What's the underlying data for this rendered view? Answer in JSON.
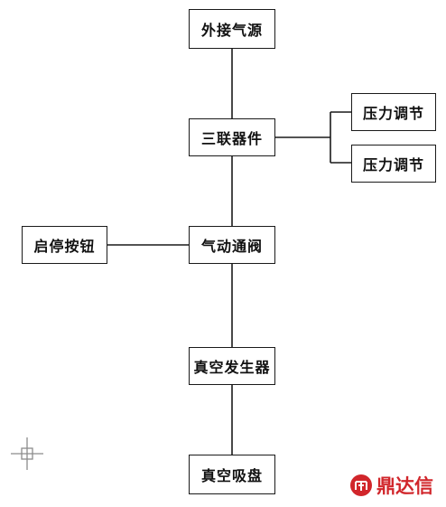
{
  "diagram": {
    "nodes": {
      "air_source": "外接气源",
      "frl_unit": "三联器件",
      "pressure_reg_1": "压力调节",
      "pressure_reg_2": "压力调节",
      "start_stop_button": "启停按钮",
      "pneumatic_valve": "气动通阀",
      "vacuum_generator": "真空发生器",
      "vacuum_cup": "真空吸盘"
    },
    "edges": [
      [
        "air_source",
        "frl_unit"
      ],
      [
        "frl_unit",
        "pressure_reg_1"
      ],
      [
        "frl_unit",
        "pressure_reg_2"
      ],
      [
        "frl_unit",
        "pneumatic_valve"
      ],
      [
        "start_stop_button",
        "pneumatic_valve"
      ],
      [
        "pneumatic_valve",
        "vacuum_generator"
      ],
      [
        "vacuum_generator",
        "vacuum_cup"
      ]
    ]
  },
  "watermark": {
    "text": "鼎达信",
    "color": "#d1262b"
  }
}
